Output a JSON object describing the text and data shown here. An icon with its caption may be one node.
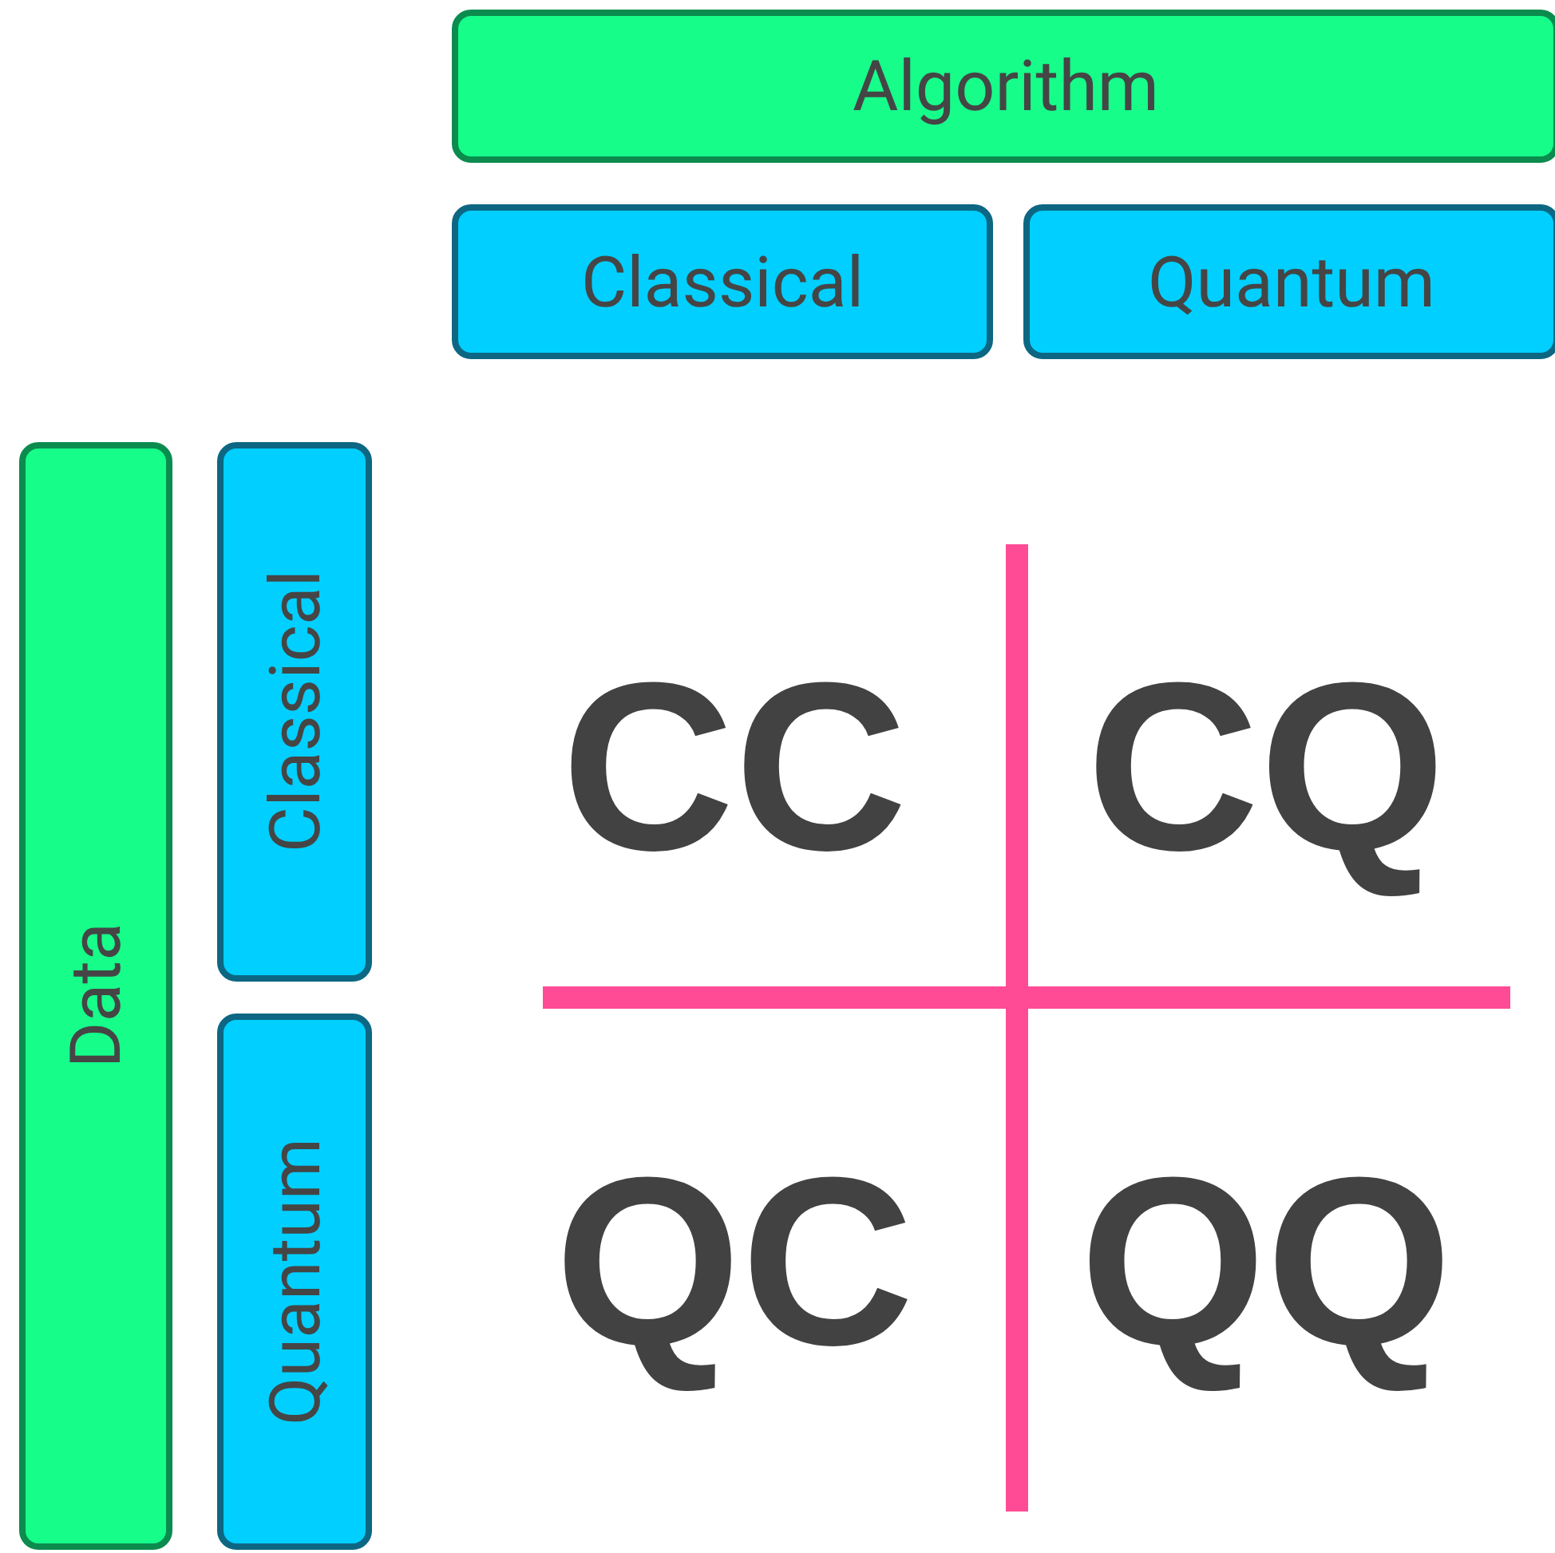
{
  "diagram": {
    "nodes": [
      {
        "text": [
          "Algorithm"
        ]
      },
      {
        "text": [
          "Classical"
        ]
      },
      {
        "text": [
          "Quantum"
        ]
      },
      {
        "text": [
          "Data"
        ]
      },
      {
        "text": [
          "Classical"
        ]
      },
      {
        "text": [
          "Quantum"
        ]
      }
    ],
    "edges": [],
    "labels": [
      "CC",
      "CQ",
      "QC",
      "QQ"
    ]
  }
}
